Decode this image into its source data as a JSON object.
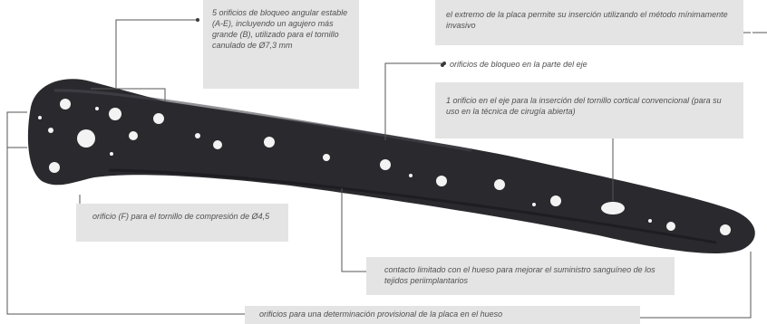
{
  "callouts": {
    "locking_holes_head": "5 orificios de bloqueo angular estable (A-E), incluyendo un agujero más grande (B), utilizado para el tornillo canulado de Ø7,3 mm",
    "plate_end": "el extremo de la placa permite su inserción utilizando el método mínimamente invasivo",
    "shaft_locking": "orificios de bloqueo en la parte del eje",
    "cortical_hole": "1 orificio en el eje para la inserción del tornillo cortical convencional (para su uso en la técnica de cirugía abierta)",
    "compression_hole": "orificio (F) para el tornillo de compresión de Ø4,5",
    "limited_contact": "contacto limitado con el hueso para mejorar el suministro sanguíneo de los tejidos periimplantarios",
    "provisional_holes": "orificios para una determinación provisional de la placa en el hueso"
  },
  "colors": {
    "plate": "#2a2a2e",
    "callout_bg": "#e4e4e4",
    "leader": "#555555"
  }
}
